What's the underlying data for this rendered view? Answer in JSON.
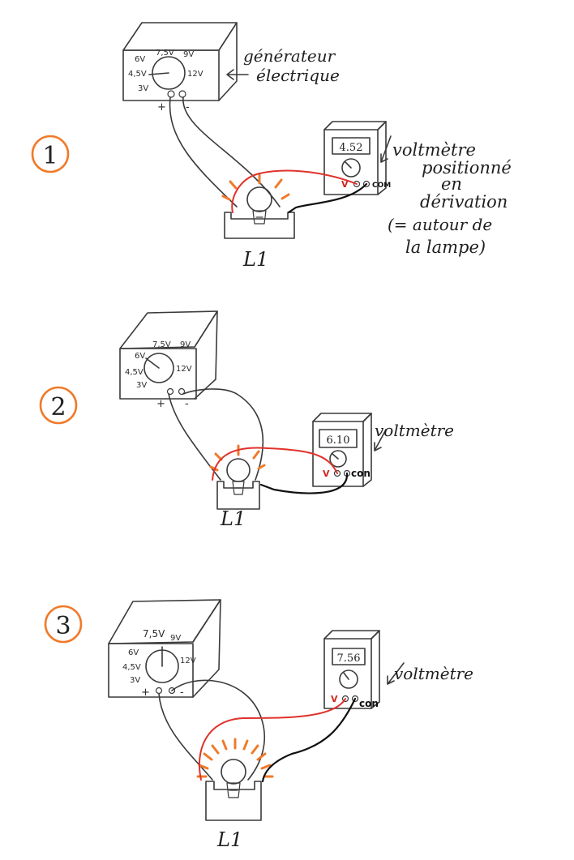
{
  "annotations": {
    "generator_line1": "générateur",
    "generator_line2": "électrique",
    "voltmeter_note_1": "voltmètre",
    "voltmeter_note_2": "positionné",
    "voltmeter_note_3": "en",
    "voltmeter_note_4": "dérivation",
    "voltmeter_note_5": "(= autour de",
    "voltmeter_note_6": "la lampe)",
    "voltmeter_label_2": "voltmètre",
    "voltmeter_label_3": "voltmètre"
  },
  "circuits": [
    {
      "step": "1",
      "reading": "4.52",
      "lamp": "L1",
      "dial": {
        "v3": "3V",
        "v45": "4,5V",
        "v6": "6V",
        "v75": "7,5V",
        "v9": "9V",
        "v12": "12V"
      },
      "plus": "+",
      "minus": "-",
      "v_terminal": "V",
      "com_terminal": "COM"
    },
    {
      "step": "2",
      "reading": "6.10",
      "lamp": "L1",
      "dial": {
        "v3": "3V",
        "v45": "4,5V",
        "v6": "6V",
        "v75": "7,5V",
        "v9": "9V",
        "v12": "12V"
      },
      "plus": "+",
      "minus": "-",
      "v_terminal": "V",
      "com_terminal": "con"
    },
    {
      "step": "3",
      "reading": "7.56",
      "lamp": "L1",
      "dial": {
        "v3": "3V",
        "v45": "4,5V",
        "v6": "6V",
        "v75": "7,5V",
        "v9": "9V",
        "v12": "12V"
      },
      "plus": "+",
      "minus": "-",
      "v_terminal": "V",
      "com_terminal": "con"
    }
  ],
  "colors": {
    "step_circle": "#f07a2a",
    "light_rays": "#f07a2a",
    "positive_wire": "#e0322b",
    "com_wire": "#111111"
  }
}
